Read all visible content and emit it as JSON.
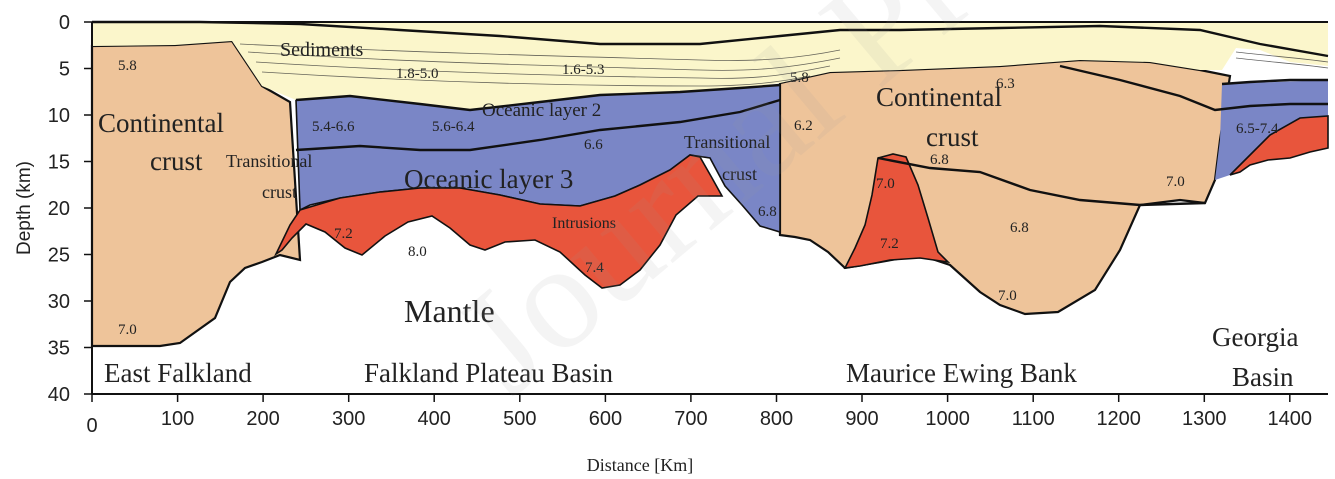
{
  "axes": {
    "y_title": "Depth (km)",
    "x_title": "Distance [Km]",
    "y_ticks": [
      "0",
      "5",
      "10",
      "15",
      "20",
      "25",
      "30",
      "35",
      "40"
    ],
    "x_ticks": [
      "0",
      "100",
      "200",
      "300",
      "400",
      "500",
      "600",
      "700",
      "800",
      "900",
      "1000",
      "1100",
      "1200",
      "1300",
      "1400"
    ]
  },
  "colors": {
    "sediments": "#fbf6cb",
    "continental_crust": "#eec49a",
    "oceanic_layer_2_3": "#7a86c6",
    "intrusions": "#e8553c",
    "mantle": "#ffffff",
    "outline": "#111111"
  },
  "labels": {
    "sediments": "Sediments",
    "oceanic_layer_2": "Oceanic layer 2",
    "oceanic_layer_3": "Oceanic layer 3",
    "intrusions": "Intrusions",
    "mantle": "Mantle",
    "continental_crust_line1": "Continental",
    "continental_crust_line2": "crust",
    "transitional_line1": "Transitional",
    "transitional_line2": "crust"
  },
  "velocities": {
    "v_5_8_a": "5.8",
    "v_1_8_5_0": "1.8-5.0",
    "v_1_6_5_3": "1.6-5.3",
    "v_5_8_b": "5.8",
    "v_6_3": "6.3",
    "v_5_4_6_6": "5.4-6.6",
    "v_5_6_6_4": "5.6-6.4",
    "v_6_2": "6.2",
    "v_6_6": "6.6",
    "v_6_5_7_4": "6.5-7.4",
    "v_6_8_a": "6.8",
    "v_7_0_a": "7.0",
    "v_7_0_b": "7.0",
    "v_7_2_a": "7.2",
    "v_8_0": "8.0",
    "v_7_4": "7.4",
    "v_6_8_b": "6.8",
    "v_7_2_b": "7.2",
    "v_6_8_c": "6.8",
    "v_7_0_c": "7.0",
    "v_7_0_d": "7.0"
  },
  "regions": {
    "east_falkland": "East Falkland",
    "falkland_plateau_basin": "Falkland Plateau Basin",
    "maurice_ewing_bank": "Maurice Ewing Bank",
    "georgia_basin_line1": "Georgia",
    "georgia_basin_line2": "Basin"
  },
  "watermark": "Journal Pre"
}
